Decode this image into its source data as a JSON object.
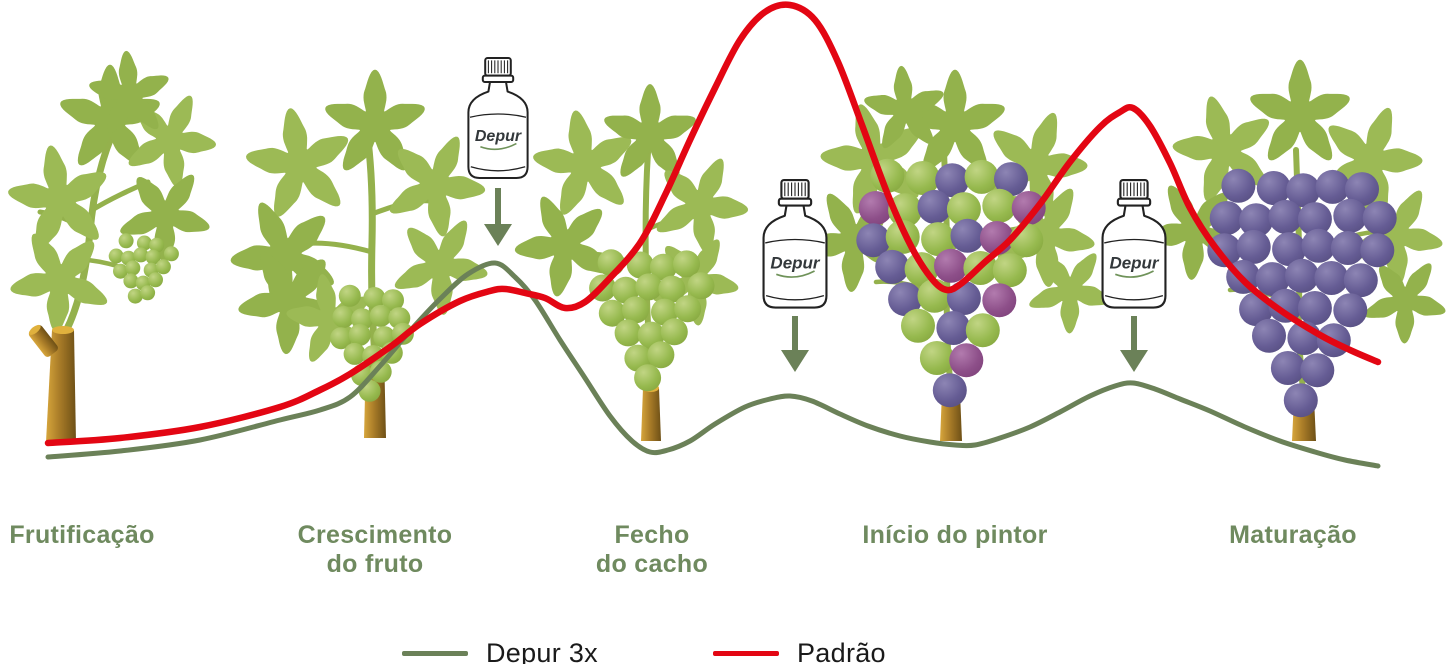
{
  "stages": [
    {
      "lines": [
        "Frutificação"
      ]
    },
    {
      "lines": [
        "Crescimento",
        "do fruto"
      ]
    },
    {
      "lines": [
        "Fecho",
        "do cacho"
      ]
    },
    {
      "lines": [
        "Início do pintor"
      ]
    },
    {
      "lines": [
        "Maturação"
      ]
    }
  ],
  "bottles": [
    {
      "label": "Depur"
    },
    {
      "label": "Depur"
    },
    {
      "label": "Depur"
    }
  ],
  "legend": {
    "items": [
      {
        "label": "Depur 3x",
        "color": "#6b8158"
      },
      {
        "label": "Padrão",
        "color": "#e30613"
      }
    ]
  },
  "colors": {
    "stage_label": "#6f8a5f",
    "legend_text": "#1a1a1a",
    "curve_depur": "#6b8158",
    "curve_padrao": "#e30613",
    "arrow": "#6b8158",
    "leaf": "#9cba55",
    "leaf_alt": "#93b24c",
    "stem": "#94b14c",
    "trunk_light": "#d7a63c",
    "trunk_dark": "#6e5016",
    "grape_green": "#96b94e",
    "grape_purple": "#655c94",
    "grape_magenta": "#8d4f89",
    "bottle_outline": "#222222",
    "bottle_label_text": "#33383b"
  },
  "chart_data": {
    "type": "line",
    "units": "image pixels, y down, canvas 1446x664",
    "stages_x": [
      82,
      375,
      652,
      955,
      1293
    ],
    "application_arrows_x": [
      498,
      795,
      1134
    ],
    "legend_position": "bottom-center",
    "series": [
      {
        "name": "Depur 3x",
        "color": "#6b8158",
        "width": 5,
        "points": [
          [
            48,
            457
          ],
          [
            120,
            451
          ],
          [
            200,
            440
          ],
          [
            280,
            420
          ],
          [
            320,
            410
          ],
          [
            350,
            397
          ],
          [
            380,
            366
          ],
          [
            410,
            331
          ],
          [
            440,
            299
          ],
          [
            468,
            274
          ],
          [
            495,
            263
          ],
          [
            515,
            277
          ],
          [
            535,
            300
          ],
          [
            560,
            340
          ],
          [
            585,
            378
          ],
          [
            610,
            416
          ],
          [
            632,
            441
          ],
          [
            650,
            452
          ],
          [
            668,
            450
          ],
          [
            690,
            441
          ],
          [
            715,
            424
          ],
          [
            745,
            407
          ],
          [
            770,
            399
          ],
          [
            790,
            396
          ],
          [
            812,
            401
          ],
          [
            840,
            414
          ],
          [
            868,
            426
          ],
          [
            900,
            436
          ],
          [
            930,
            442
          ],
          [
            955,
            445
          ],
          [
            975,
            445
          ],
          [
            1000,
            438
          ],
          [
            1030,
            427
          ],
          [
            1060,
            412
          ],
          [
            1090,
            396
          ],
          [
            1115,
            386
          ],
          [
            1133,
            383
          ],
          [
            1155,
            389
          ],
          [
            1180,
            399
          ],
          [
            1210,
            411
          ],
          [
            1245,
            427
          ],
          [
            1280,
            441
          ],
          [
            1315,
            452
          ],
          [
            1345,
            460
          ],
          [
            1378,
            466
          ]
        ]
      },
      {
        "name": "Padrão",
        "color": "#e30613",
        "width": 6.5,
        "points": [
          [
            48,
            443
          ],
          [
            120,
            438
          ],
          [
            200,
            427
          ],
          [
            280,
            407
          ],
          [
            320,
            390
          ],
          [
            350,
            374
          ],
          [
            390,
            347
          ],
          [
            420,
            324
          ],
          [
            460,
            301
          ],
          [
            490,
            291
          ],
          [
            505,
            289
          ],
          [
            525,
            293
          ],
          [
            545,
            298
          ],
          [
            565,
            308
          ],
          [
            585,
            302
          ],
          [
            610,
            278
          ],
          [
            640,
            243
          ],
          [
            665,
            195
          ],
          [
            690,
            140
          ],
          [
            715,
            88
          ],
          [
            740,
            40
          ],
          [
            765,
            12
          ],
          [
            790,
            5
          ],
          [
            815,
            20
          ],
          [
            838,
            62
          ],
          [
            862,
            125
          ],
          [
            888,
            195
          ],
          [
            912,
            248
          ],
          [
            932,
            279
          ],
          [
            947,
            290
          ],
          [
            962,
            283
          ],
          [
            985,
            262
          ],
          [
            1010,
            240
          ],
          [
            1040,
            204
          ],
          [
            1070,
            162
          ],
          [
            1100,
            127
          ],
          [
            1120,
            112
          ],
          [
            1133,
            108
          ],
          [
            1150,
            126
          ],
          [
            1170,
            163
          ],
          [
            1190,
            208
          ],
          [
            1215,
            247
          ],
          [
            1245,
            282
          ],
          [
            1280,
            310
          ],
          [
            1320,
            335
          ],
          [
            1350,
            350
          ],
          [
            1378,
            362
          ]
        ]
      }
    ]
  }
}
